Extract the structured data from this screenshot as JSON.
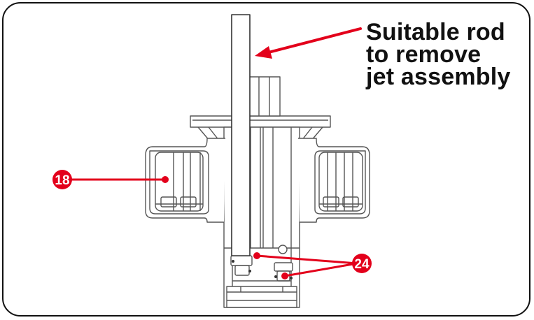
{
  "callout": {
    "line1": "Suitable rod",
    "line2": "to remove",
    "line3": "jet assembly"
  },
  "labels": {
    "part_18": "18",
    "part_24": "24"
  },
  "colors": {
    "accent": "#e3001b",
    "outline": "#111111",
    "drawing": "#555555"
  }
}
